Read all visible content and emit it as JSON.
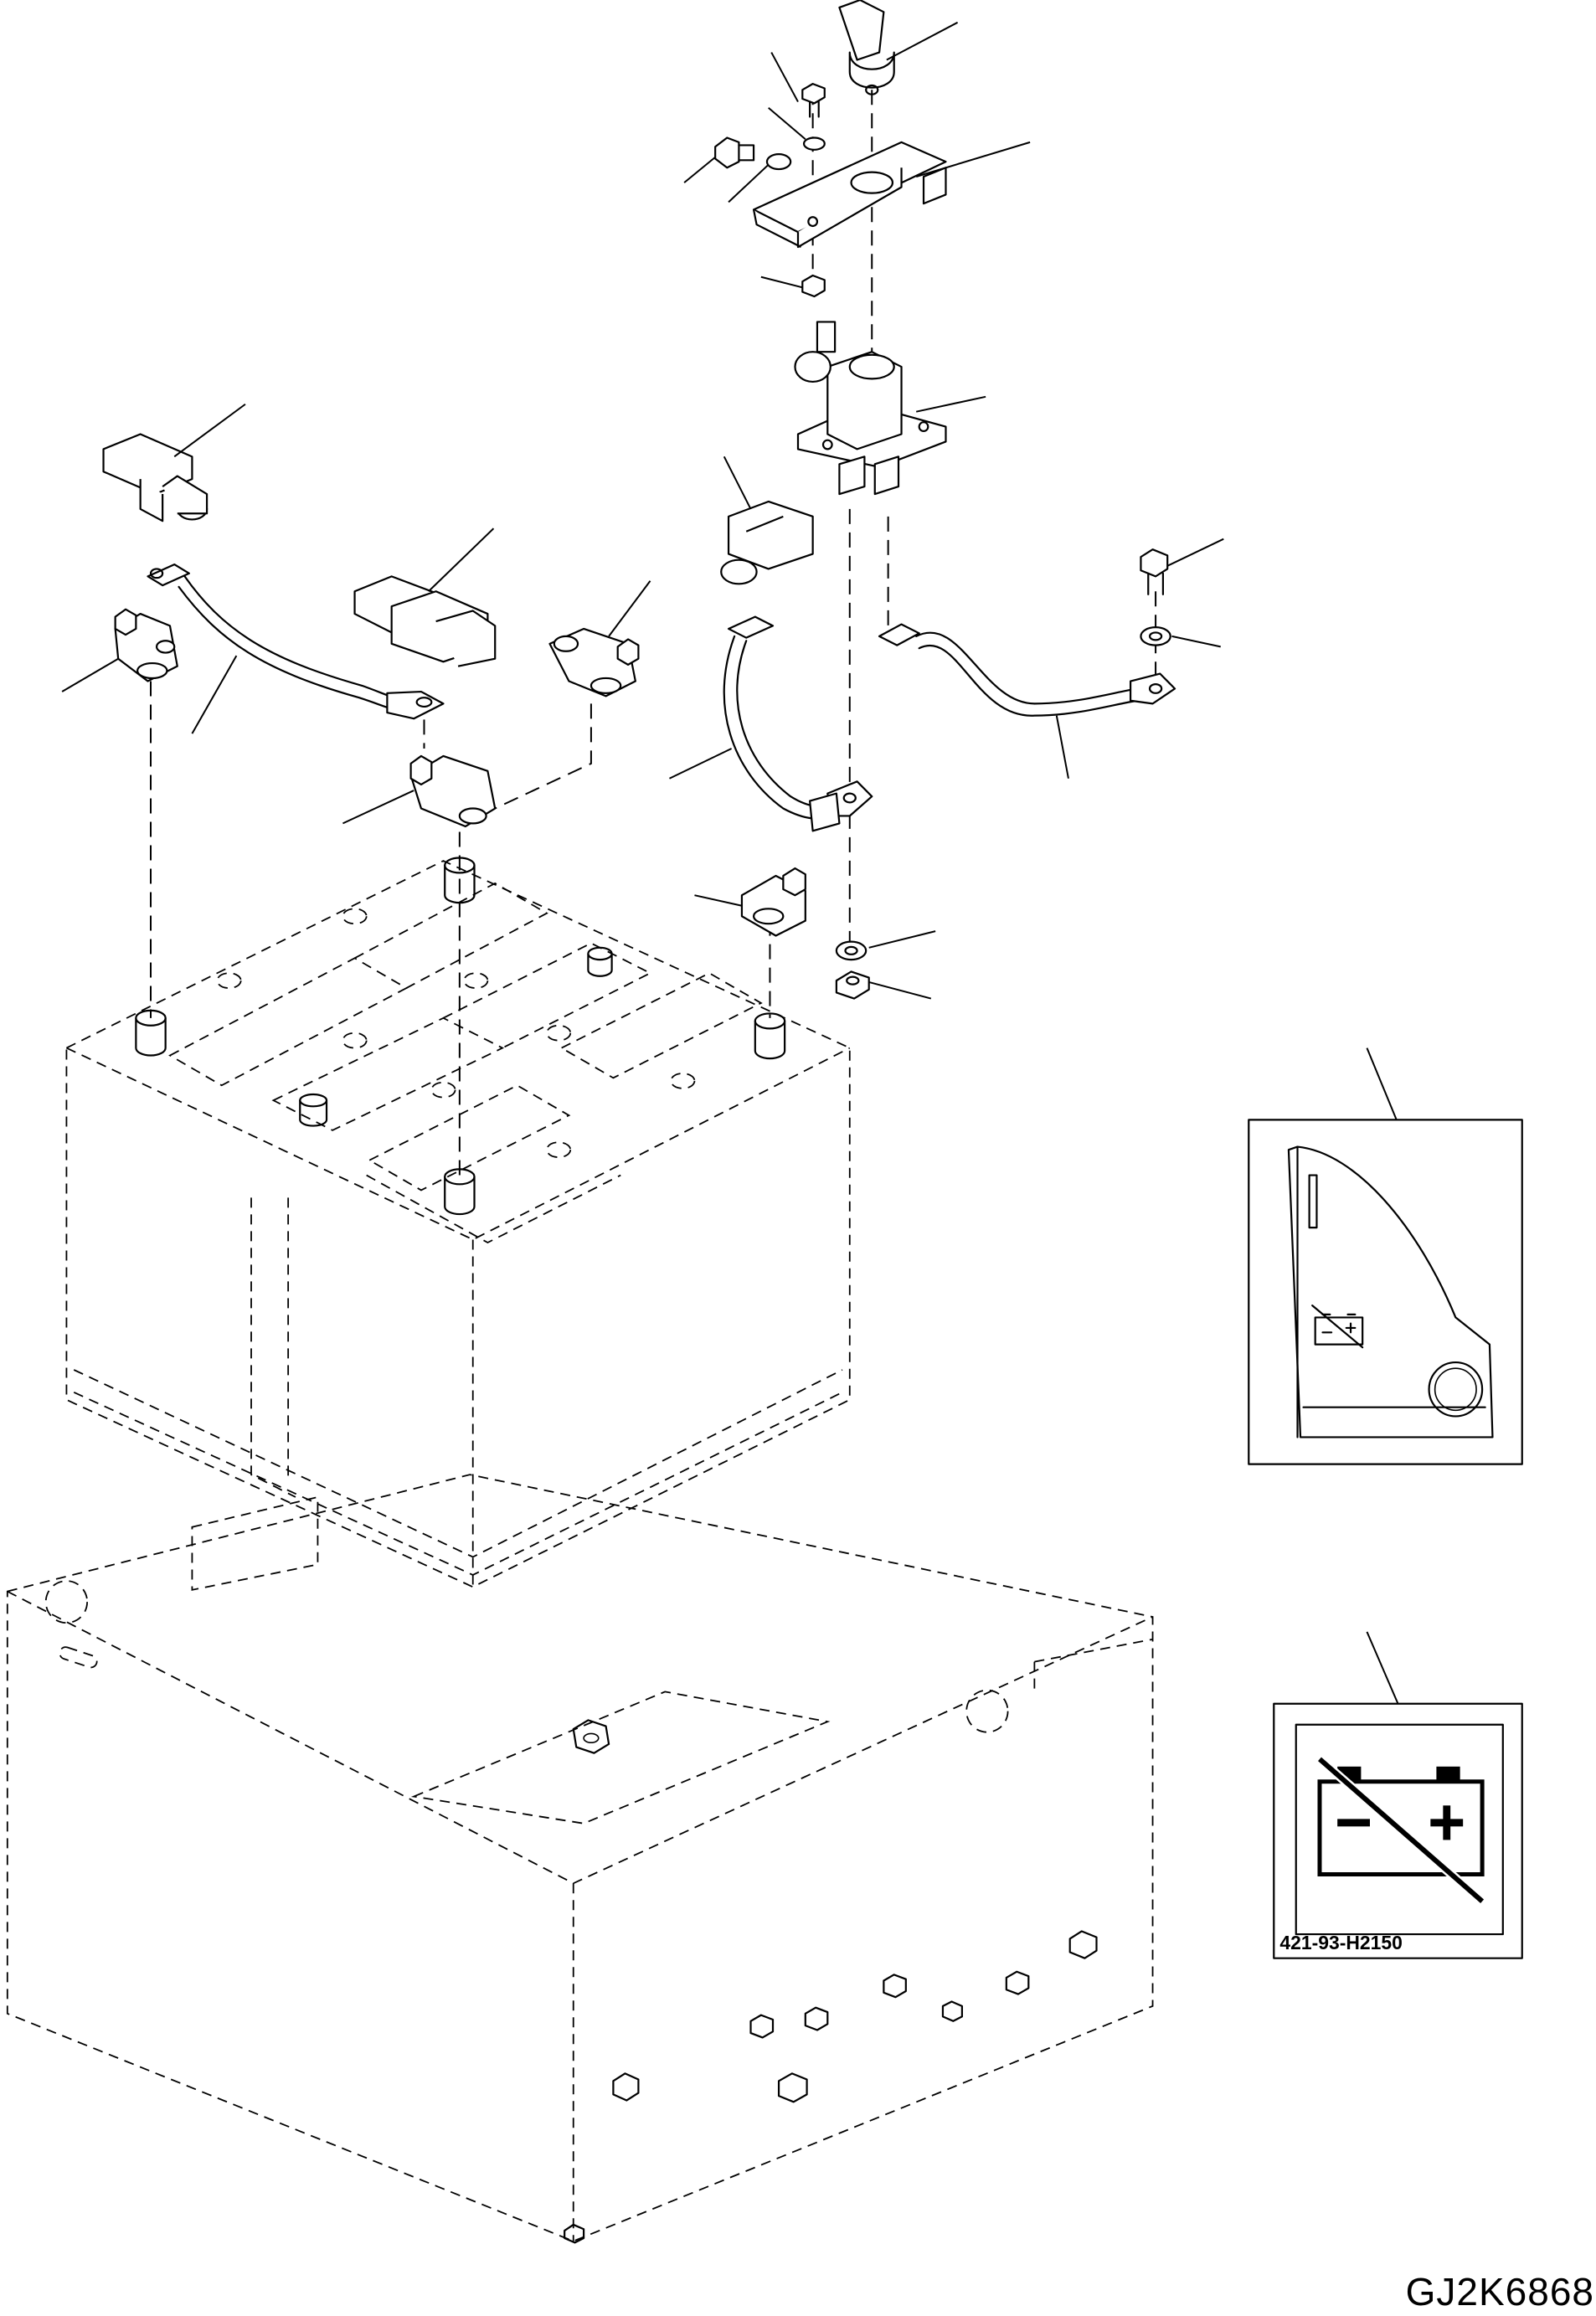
{
  "drawing": {
    "id": "GJ2K6868",
    "subject": "Battery, battery cables and battery disconnect switch with decals"
  },
  "decals": {
    "disconnect_decal_code": "421-93-H2150"
  },
  "icons": {
    "battery_icon": "battery-icon",
    "no_battery_icon": "battery-prohibited-icon"
  }
}
